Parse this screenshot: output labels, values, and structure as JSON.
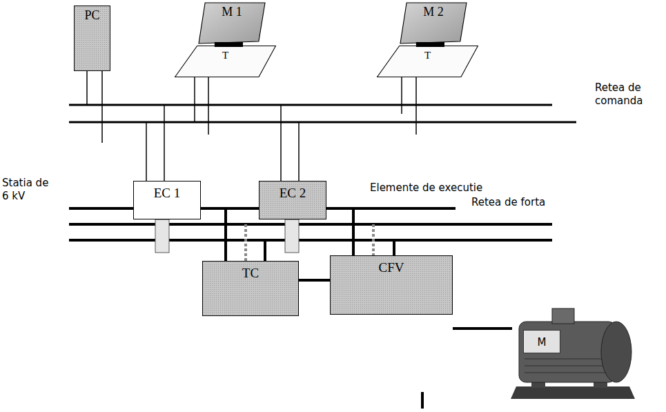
{
  "diagram": {
    "nodes": [
      {
        "text": [
          "PC"
        ]
      },
      {
        "text": [
          "M 1"
        ]
      },
      {
        "text": [
          "T"
        ]
      },
      {
        "text": [
          "M 2"
        ]
      },
      {
        "text": [
          "T"
        ]
      },
      {
        "text": [
          "EC 1"
        ]
      },
      {
        "text": [
          "EC 2"
        ]
      },
      {
        "text": [
          "TC"
        ]
      },
      {
        "text": [
          "CFV"
        ]
      },
      {
        "text": [
          "M"
        ]
      }
    ],
    "edges": [
      {
        "from": 7,
        "to": 8,
        "arrow": "none"
      },
      {
        "from": 8,
        "to": 9,
        "arrow": "none"
      }
    ],
    "labels": [
      "Retea de comanda",
      "Elemente de executie",
      "Statia de 6 kV",
      "Retea de forta"
    ]
  }
}
